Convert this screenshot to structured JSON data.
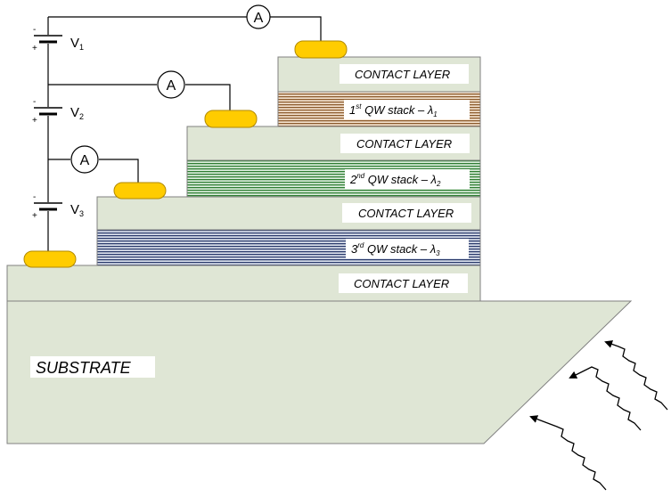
{
  "colors": {
    "layer_fill": "#DFE6D5",
    "contact_pad": "#FFCC00",
    "qw1_stripes": "#8B5A2B",
    "qw2_stripes": "#2E7D32",
    "qw3_stripes": "#2A3A6B",
    "wire": "#000000"
  },
  "layers": {
    "contact_1": "CONTACT LAYER",
    "contact_2": "CONTACT LAYER",
    "contact_3": "CONTACT LAYER",
    "contact_4": "CONTACT LAYER"
  },
  "qw_stacks": {
    "qw1": {
      "num": "1",
      "sup": "st",
      "text": " QW stack – ",
      "lambda": "λ",
      "sub": "1"
    },
    "qw2": {
      "num": "2",
      "sup": "nd",
      "text": " QW stack – ",
      "lambda": "λ",
      "sub": "2"
    },
    "qw3": {
      "num": "3",
      "sup": "rd",
      "text": " QW stack – ",
      "lambda": "λ",
      "sub": "3"
    }
  },
  "substrate_label": "SUBSTRATE",
  "ammeters": {
    "a1": "A",
    "a2": "A",
    "a3": "A"
  },
  "voltages": {
    "v1": {
      "name": "V",
      "sub": "1"
    },
    "v2": {
      "name": "V",
      "sub": "2"
    },
    "v3": {
      "name": "V",
      "sub": "3"
    }
  },
  "battery_signs": {
    "minus": "-",
    "plus": "+"
  },
  "icons": {
    "light": "wavy-arrow-icon"
  }
}
